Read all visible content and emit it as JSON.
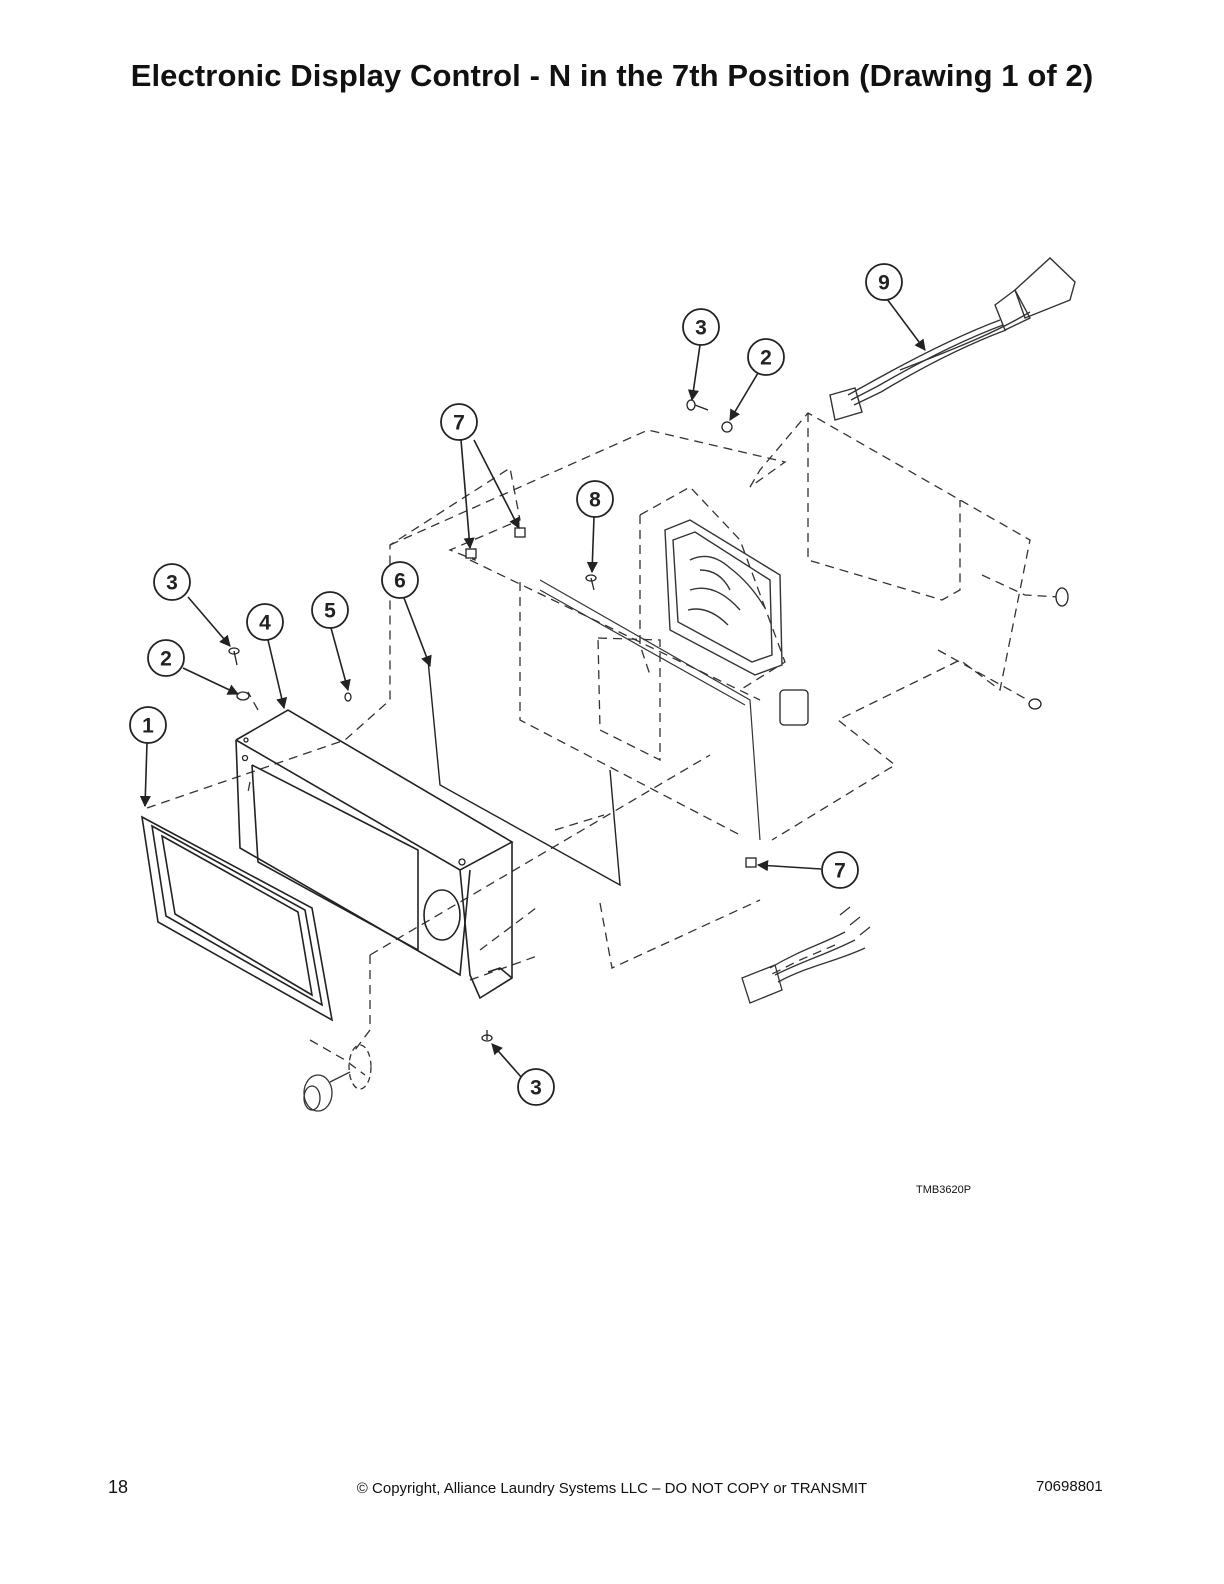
{
  "page": {
    "title": "Electronic Display Control - N in the 7th Position (Drawing 1 of 2)",
    "drawing_id": "TMB3620P",
    "page_number": "18",
    "copyright": "© Copyright, Alliance Laundry Systems LLC – DO NOT COPY or TRANSMIT",
    "document_number": "70698801"
  },
  "callouts": [
    "1",
    "2",
    "2",
    "3",
    "3",
    "3",
    "4",
    "5",
    "6",
    "7",
    "7",
    "8",
    "9"
  ]
}
